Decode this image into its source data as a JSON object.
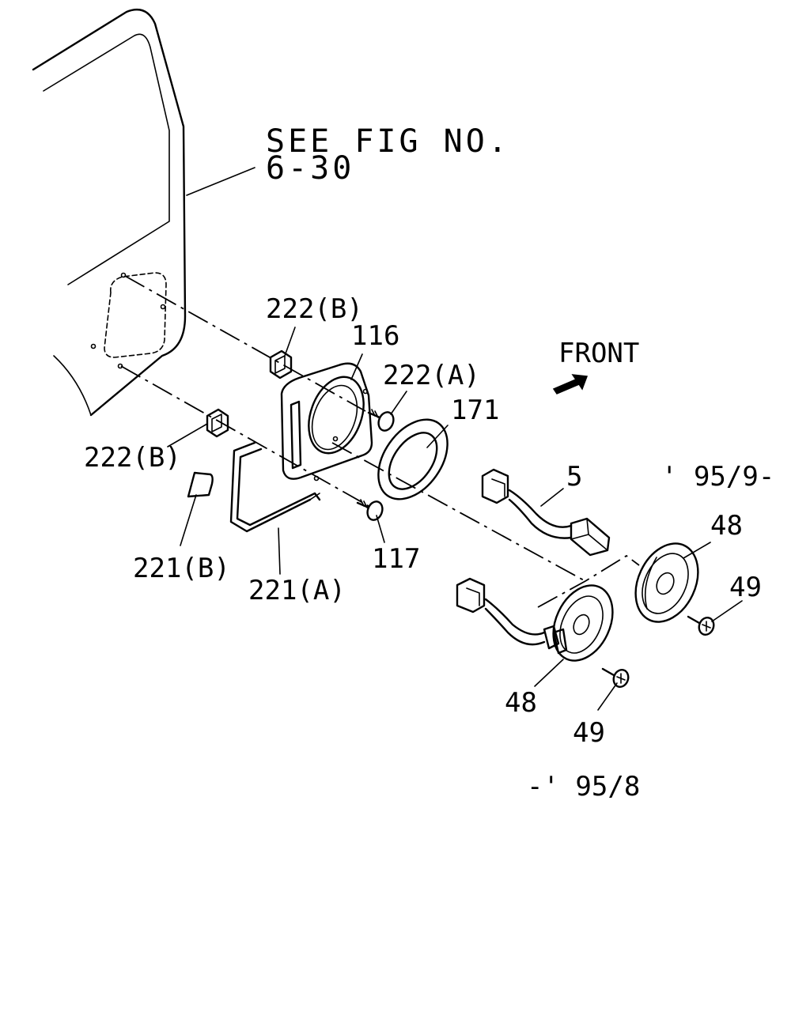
{
  "reference": {
    "line1": "SEE FIG NO.",
    "line2": "6-30"
  },
  "direction_label": "FRONT",
  "variants": {
    "later": "' 95/9-",
    "earlier": "-' 95/8"
  },
  "callouts": {
    "p222b_upper": "222(B)",
    "p222b_lower": "222(B)",
    "p116": "116",
    "p222a": "222(A)",
    "p171": "171",
    "p5": "5",
    "p48_upper": "48",
    "p49_upper": "49",
    "p48_lower": "48",
    "p49_lower": "49",
    "p117": "117",
    "p221b": "221(B)",
    "p221a": "221(A)"
  }
}
